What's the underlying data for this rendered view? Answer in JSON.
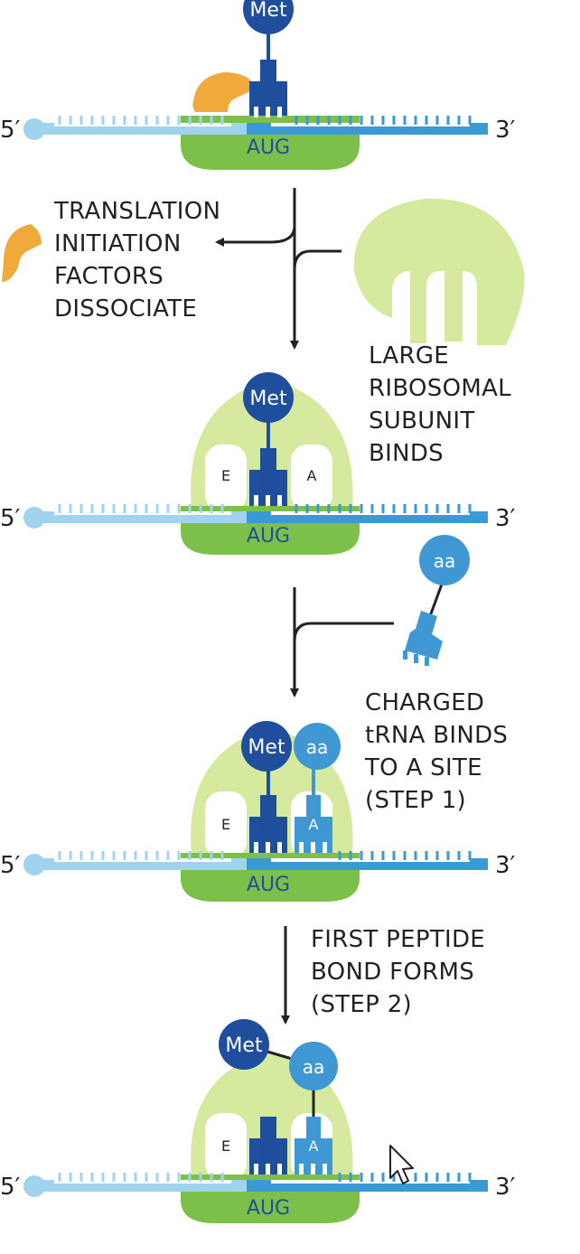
{
  "labels": {
    "five_prime": "5′",
    "three_prime": "3′",
    "codon": "AUG",
    "met": "Met",
    "aa": "aa",
    "site_e": "E",
    "site_a": "A"
  },
  "steps": {
    "initiation_factors": [
      "TRANSLATION",
      "INITIATION",
      "FACTORS",
      "DISSOCIATE"
    ],
    "large_subunit": [
      "LARGE",
      "RIBOSOMAL",
      "SUBUNIT",
      "BINDS"
    ],
    "charged_trna": [
      "CHARGED",
      "tRNA BINDS",
      "TO A SITE",
      "(STEP 1)"
    ],
    "peptide_bond": [
      "FIRST PEPTIDE",
      "BOND FORMS",
      "(STEP 2)"
    ]
  },
  "colors": {
    "mrna_light": "#9fd3ee",
    "mrna_dark": "#3a9ad6",
    "small_subunit": "#7cc04a",
    "large_subunit": "#d5ea9e",
    "trna_met": "#1f4f9c",
    "trna_aa": "#3f98d4",
    "init_factor": "#f0a93a",
    "arrow": "#222222"
  },
  "icons": [
    "cursor-arrow-icon"
  ]
}
